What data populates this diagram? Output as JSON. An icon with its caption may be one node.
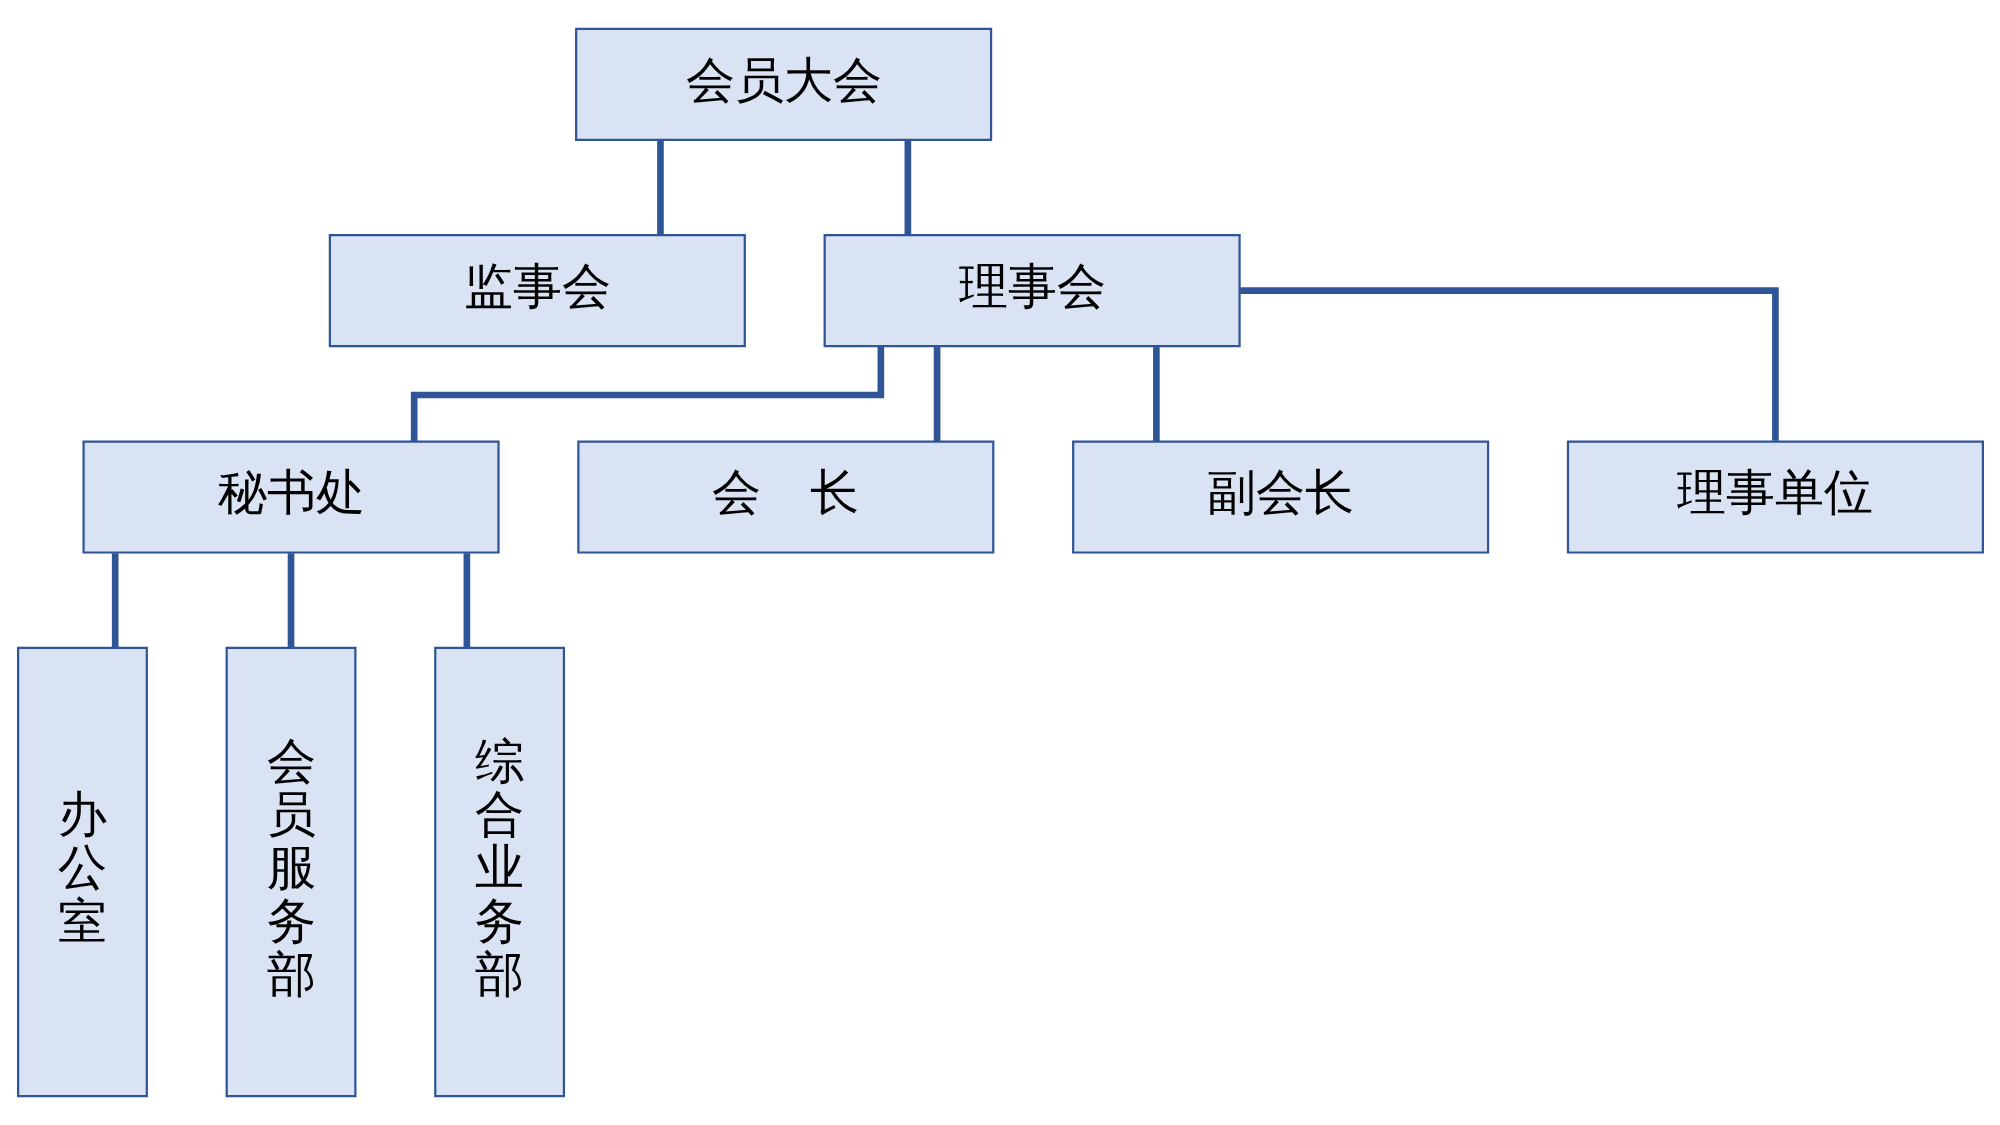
{
  "diagram": {
    "nodes": [
      {
        "text": [
          "会员大会"
        ]
      },
      {
        "text": [
          "监事会"
        ]
      },
      {
        "text": [
          "理事会"
        ]
      },
      {
        "text": [
          "秘书处"
        ]
      },
      {
        "text": [
          "会　长"
        ]
      },
      {
        "text": [
          "副会长"
        ]
      },
      {
        "text": [
          "理事单位"
        ]
      },
      {
        "text": [
          "办公室"
        ]
      },
      {
        "text": [
          "会员服务部"
        ]
      },
      {
        "text": [
          "综合业务部"
        ]
      }
    ],
    "edges": [
      {
        "from": 0,
        "to": 1,
        "arrow": "none"
      },
      {
        "from": 0,
        "to": 2,
        "arrow": "none"
      },
      {
        "from": 2,
        "to": 3,
        "arrow": "none"
      },
      {
        "from": 2,
        "to": 4,
        "arrow": "none"
      },
      {
        "from": 2,
        "to": 5,
        "arrow": "none"
      },
      {
        "from": 2,
        "to": 6,
        "arrow": "none"
      },
      {
        "from": 3,
        "to": 7,
        "arrow": "none"
      },
      {
        "from": 3,
        "to": 8,
        "arrow": "none"
      },
      {
        "from": 3,
        "to": 9,
        "arrow": "none"
      }
    ]
  }
}
